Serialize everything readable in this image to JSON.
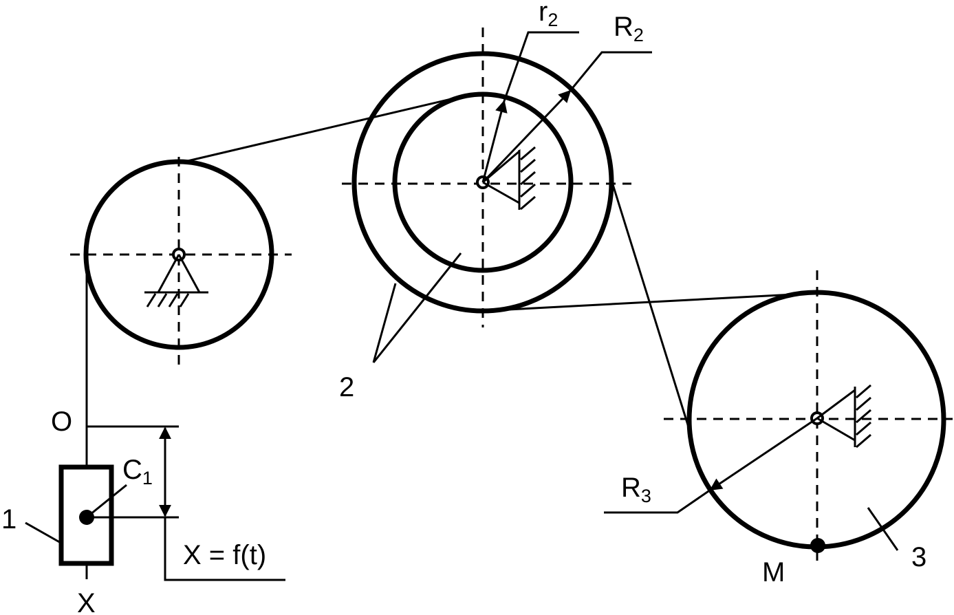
{
  "labels": {
    "r2_main": "r",
    "r2_sub": "2",
    "R2_main": "R",
    "R2_sub": "2",
    "R3_main": "R",
    "R3_sub": "3",
    "C1_main": "C",
    "C1_sub": "1",
    "O": "O",
    "X": "X",
    "law": "X = f(t)",
    "body1": "1",
    "body2": "2",
    "body3": "3",
    "M": "M"
  }
}
